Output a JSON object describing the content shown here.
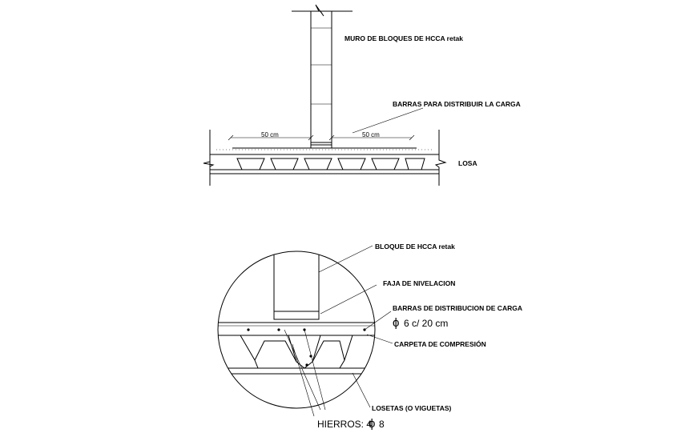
{
  "labels": {
    "muro": "MURO DE BLOQUES DE HCCA retak",
    "barras": "BARRAS PARA DISTRIBUIR LA CARGA",
    "losa": "LOSA",
    "dim_left": "50 cm",
    "dim_right": "50 cm",
    "bloque": "BLOQUE DE HCCA retak",
    "faja": "FAJA DE NIVELACION",
    "barras_dist": "BARRAS DE DISTRIBUCION DE CARGA",
    "phi_symbol": "ϕ",
    "spacing_value": "6 c/ 20 cm",
    "carpeta": "CARPETA DE COMPRESIÓN",
    "losetas": "LOSETAS (O VIGUETAS)",
    "hierros_prefix": "HIERROS: 4",
    "hierros_value": "8"
  }
}
